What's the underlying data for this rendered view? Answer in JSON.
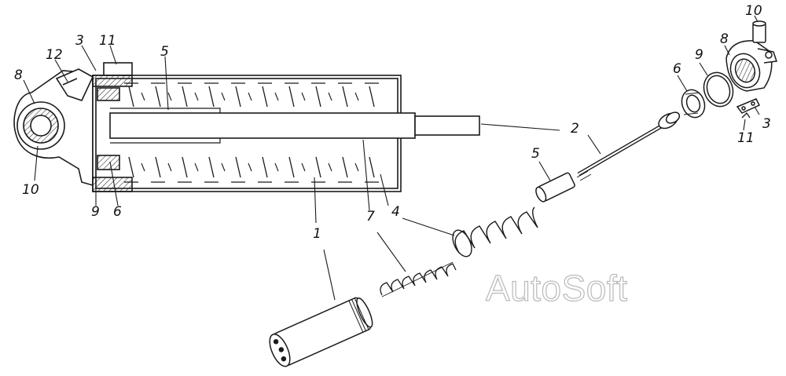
{
  "figure": {
    "labels": {
      "l1": "1",
      "l2": "2",
      "l3a": "3",
      "l3b": "3",
      "l4": "4",
      "l5a": "5",
      "l5b": "5",
      "l6a": "6",
      "l6b": "6",
      "l7": "7",
      "l8a": "8",
      "l8b": "8",
      "l9a": "9",
      "l9b": "9",
      "l10a": "10",
      "l10b": "10",
      "l11a": "11",
      "l11b": "11",
      "l12": "12"
    },
    "watermark": "AutoSoft",
    "ink_color": "#1a1a1a",
    "hatch_color": "#444444"
  }
}
